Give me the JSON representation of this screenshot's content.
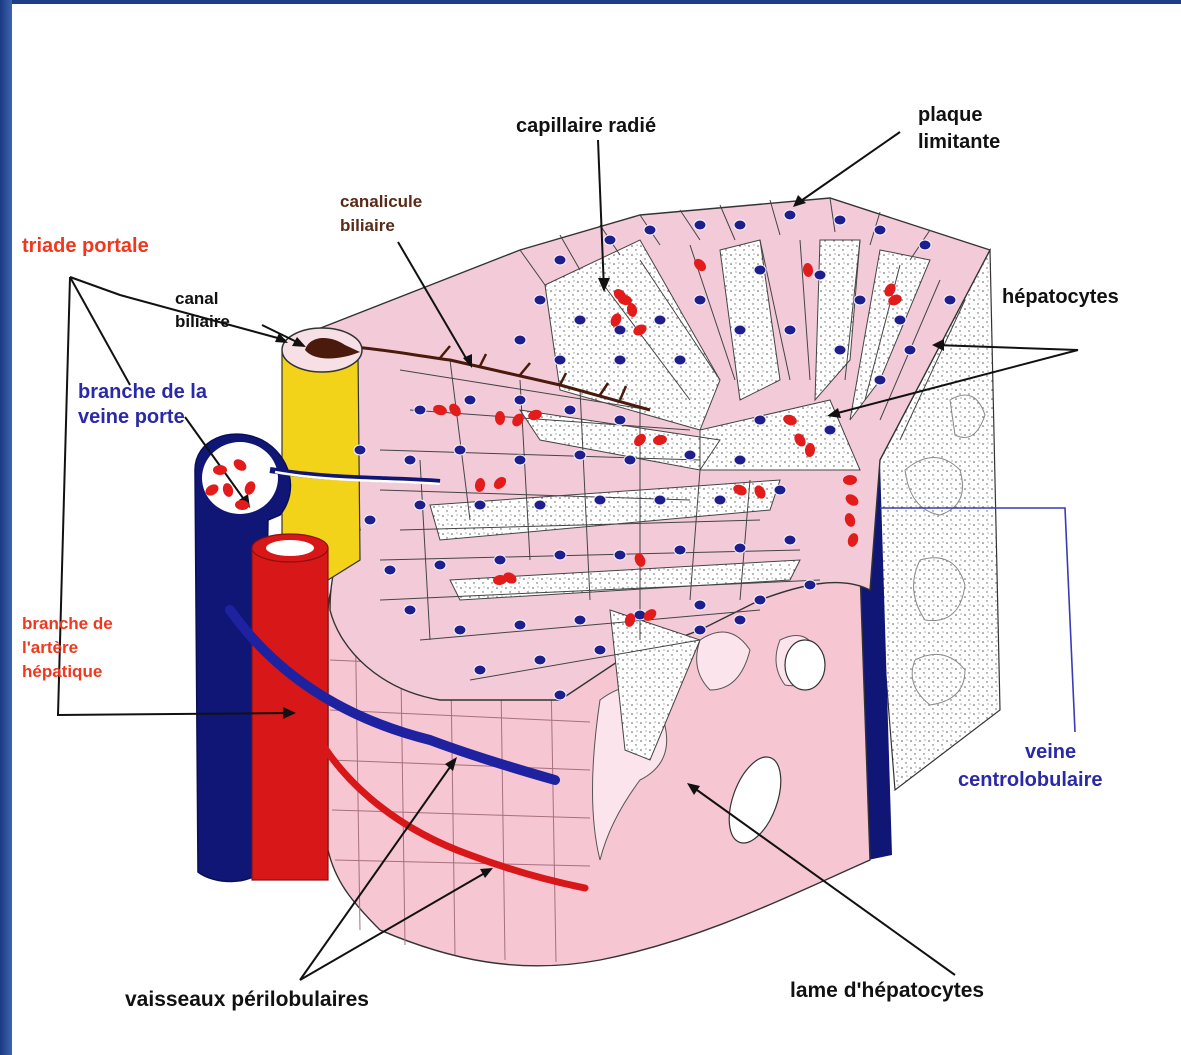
{
  "colors": {
    "background_frame": "#1c3f86",
    "tissue_pink": "#f4c9d6",
    "cell_pink": "#f2cfdc",
    "sinusoid_fill": "#f7f4ef",
    "nucleus_blue": "#1e1e8c",
    "erythrocyte_red": "#e31b1b",
    "portal_vein_navy": "#0f1676",
    "hepatic_artery_red": "#d81818",
    "bile_duct_yellow": "#f3d21a",
    "bile_brown": "#4a1a0c",
    "label_black": "#111111",
    "label_red": "#f0381e",
    "label_blue": "#2a2aa8"
  },
  "labels": {
    "capillaire_radie": "capillaire radié",
    "plaque_limitante_1": "plaque",
    "plaque_limitante_2": "limitante",
    "canalicule_1": "canalicule",
    "canalicule_2": "biliaire",
    "triade_portale": "triade portale",
    "canal_biliaire_1": "canal",
    "canal_biliaire_2": "biliaire",
    "hepatocytes": "hépatocytes",
    "branche_veine_1": "branche de la",
    "branche_veine_2": "veine porte",
    "branche_artere_1": "branche de",
    "branche_artere_2": "l'artère",
    "branche_artere_3": "hépatique",
    "veine_centro_1": "veine",
    "veine_centro_2": "centrolobulaire",
    "vaisseaux": "vaisseaux périlobulaires",
    "lame": "lame d'hépatocytes"
  }
}
